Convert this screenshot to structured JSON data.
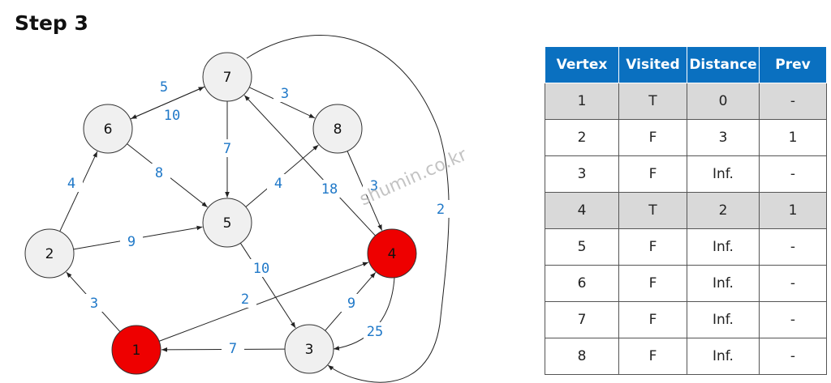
{
  "title": "Step 3",
  "watermark": "shumin.co.kr",
  "colors": {
    "visited_node": "#ee0000",
    "node": "#f0f0f0",
    "edge_label": "#1f78c8",
    "table_header": "#0a70c0",
    "visited_row": "#d9d9d9"
  },
  "graph": {
    "nodes": [
      {
        "id": "1",
        "label": "1",
        "visited": true
      },
      {
        "id": "2",
        "label": "2",
        "visited": false
      },
      {
        "id": "3",
        "label": "3",
        "visited": false
      },
      {
        "id": "4",
        "label": "4",
        "visited": true
      },
      {
        "id": "5",
        "label": "5",
        "visited": false
      },
      {
        "id": "6",
        "label": "6",
        "visited": false
      },
      {
        "id": "7",
        "label": "7",
        "visited": false
      },
      {
        "id": "8",
        "label": "8",
        "visited": false
      }
    ],
    "edges": [
      {
        "from": "1",
        "to": "2",
        "weight": "3"
      },
      {
        "from": "1",
        "to": "4",
        "weight": "2"
      },
      {
        "from": "2",
        "to": "6",
        "weight": "4"
      },
      {
        "from": "2",
        "to": "5",
        "weight": "9"
      },
      {
        "from": "3",
        "to": "1",
        "weight": "7"
      },
      {
        "from": "3",
        "to": "4",
        "weight": "9"
      },
      {
        "from": "4",
        "to": "3",
        "weight": "25"
      },
      {
        "from": "4",
        "to": "7",
        "weight": "18"
      },
      {
        "from": "5",
        "to": "3",
        "weight": "10"
      },
      {
        "from": "5",
        "to": "8",
        "weight": "4"
      },
      {
        "from": "6",
        "to": "5",
        "weight": "8"
      },
      {
        "from": "6",
        "to": "7",
        "weight": "10"
      },
      {
        "from": "7",
        "to": "6",
        "weight": "5"
      },
      {
        "from": "7",
        "to": "5",
        "weight": "7"
      },
      {
        "from": "7",
        "to": "8",
        "weight": "3"
      },
      {
        "from": "7",
        "to": "3",
        "weight": "2"
      },
      {
        "from": "8",
        "to": "4",
        "weight": "3"
      }
    ]
  },
  "table": {
    "headers": [
      "Vertex",
      "Visited",
      "Distance",
      "Prev"
    ],
    "rows": [
      {
        "vertex": "1",
        "visited": "T",
        "distance": "0",
        "prev": "-"
      },
      {
        "vertex": "2",
        "visited": "F",
        "distance": "3",
        "prev": "1"
      },
      {
        "vertex": "3",
        "visited": "F",
        "distance": "Inf.",
        "prev": "-"
      },
      {
        "vertex": "4",
        "visited": "T",
        "distance": "2",
        "prev": "1"
      },
      {
        "vertex": "5",
        "visited": "F",
        "distance": "Inf.",
        "prev": "-"
      },
      {
        "vertex": "6",
        "visited": "F",
        "distance": "Inf.",
        "prev": "-"
      },
      {
        "vertex": "7",
        "visited": "F",
        "distance": "Inf.",
        "prev": "-"
      },
      {
        "vertex": "8",
        "visited": "F",
        "distance": "Inf.",
        "prev": "-"
      }
    ]
  }
}
